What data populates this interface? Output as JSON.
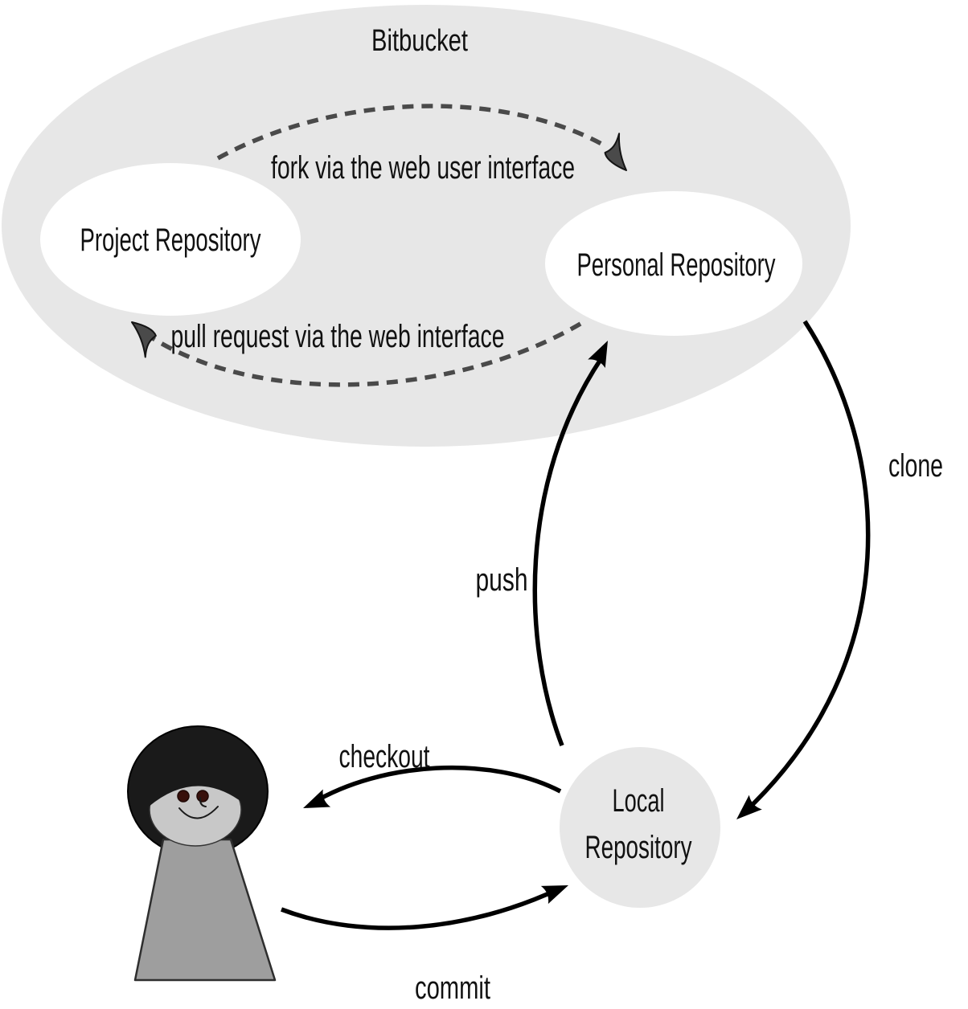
{
  "diagram": {
    "title": "Bitbucket",
    "nodes": {
      "project_repo": {
        "label": "Project Repository"
      },
      "personal_repo": {
        "label": "Personal Repository"
      },
      "local_repo": {
        "line1": "Local",
        "line2": "Repository"
      }
    },
    "edges": {
      "fork": {
        "label": "fork via the web user interface",
        "style": "dashed"
      },
      "pull_request": {
        "label": "pull request via the web interface",
        "style": "dashed"
      },
      "clone": {
        "label": "clone",
        "style": "solid"
      },
      "push": {
        "label": "push",
        "style": "solid"
      },
      "checkout": {
        "label": "checkout",
        "style": "solid"
      },
      "commit": {
        "label": "commit",
        "style": "solid"
      }
    },
    "colors": {
      "cloud": "#e7e7e7",
      "repo_node": "#ffffff",
      "local_node": "#e7e7e7",
      "solid_arrow": "#000000",
      "dashed_arrow": "#4a4a4a",
      "text": "#111111",
      "hair": "#1a1a1a",
      "face": "#c8c8c8",
      "body": "#9e9e9e",
      "eyes": "#38100b"
    }
  }
}
